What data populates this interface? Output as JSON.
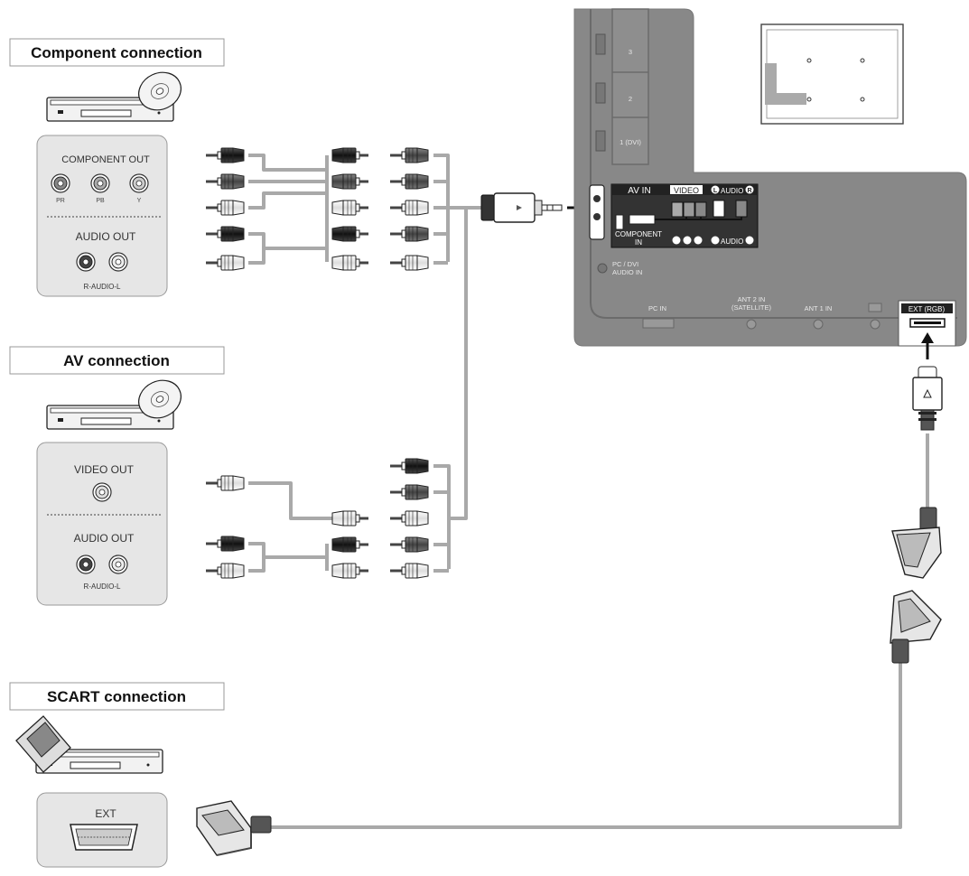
{
  "sections": {
    "component": {
      "title": "Component connection",
      "out_label": "COMPONENT OUT",
      "jacks": [
        "PR",
        "PB",
        "Y"
      ],
      "audio_label": "AUDIO OUT",
      "audio_sub": "R-AUDIO-L"
    },
    "av": {
      "title": "AV connection",
      "out_label": "VIDEO OUT",
      "audio_label": "AUDIO OUT",
      "audio_sub": "R-AUDIO-L"
    },
    "scart": {
      "title": "SCART connection",
      "out_label": "EXT"
    }
  },
  "tv": {
    "hdmi": [
      "3",
      "2",
      "1 (DVI)"
    ],
    "av_in": "AV IN",
    "video": "VIDEO",
    "audio_top": "AUDIO",
    "component_in_1": "COMPONENT",
    "component_in_2": "IN",
    "audio_bottom": "AUDIO",
    "pc_dvi_1": "PC / DVI",
    "pc_dvi_2": "AUDIO IN",
    "pc_in": "PC IN",
    "ant2_1": "ANT 2 IN",
    "ant2_2": "(SATELLITE)",
    "ant1": "ANT 1 IN",
    "ext_rgb": "EXT (RGB)"
  }
}
